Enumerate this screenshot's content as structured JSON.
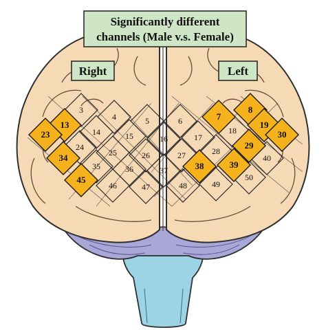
{
  "title_line1": "Significantly different",
  "title_line2": "channels (Male v.s. Female)",
  "label_right": "Right",
  "label_left": "Left",
  "colors": {
    "brain_fill": "#f6d9b5",
    "brain_outline": "#2f2f2f",
    "sulcus": "#6b4a3a",
    "cerebellum": "#a9a7d8",
    "brainstem": "#9cd4e6",
    "label_box": "#cfe6c6",
    "significant_channel": "#f6b21c",
    "grid_line": "#2a2a2a"
  },
  "channels_right": [
    "3",
    "4",
    "5",
    "13",
    "14",
    "15",
    "16",
    "23",
    "24",
    "25",
    "26",
    "34",
    "35",
    "36",
    "37",
    "45",
    "46",
    "47"
  ],
  "channels_left": [
    "6",
    "7",
    "8",
    "17",
    "18",
    "19",
    "27",
    "28",
    "29",
    "30",
    "38",
    "39",
    "40",
    "48",
    "49",
    "50"
  ],
  "significant_channels": [
    "7",
    "8",
    "13",
    "19",
    "23",
    "29",
    "30",
    "34",
    "38",
    "39",
    "45"
  ]
}
